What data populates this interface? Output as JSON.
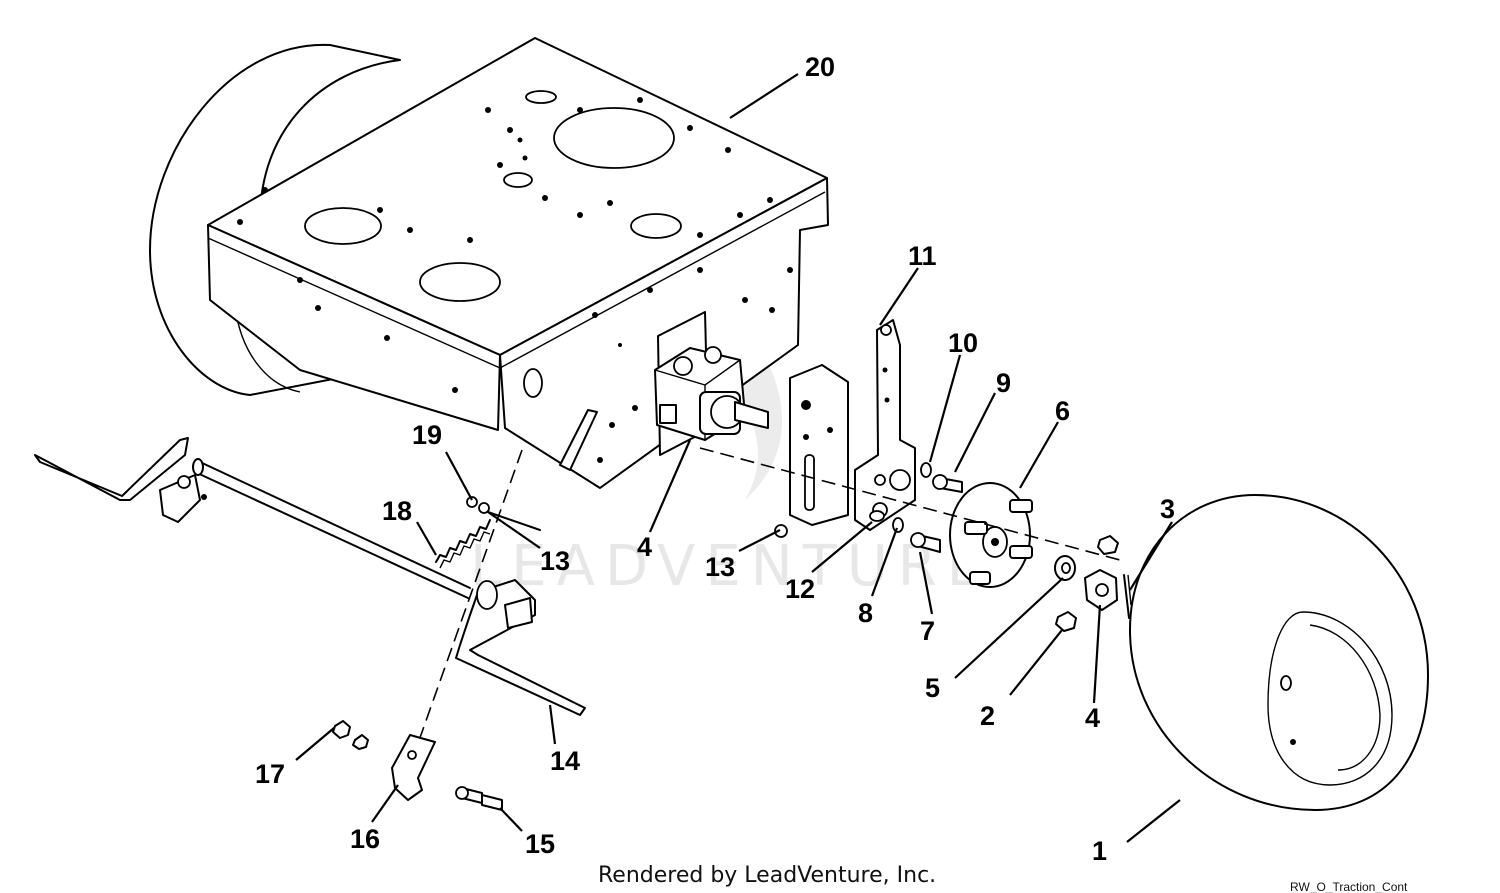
{
  "callouts": {
    "c1": "1",
    "c2": "2",
    "c3": "3",
    "c4a": "4",
    "c4b": "4",
    "c5": "5",
    "c6": "6",
    "c7": "7",
    "c8": "8",
    "c9": "9",
    "c10": "10",
    "c11": "11",
    "c12": "12",
    "c13a": "13",
    "c13b": "13",
    "c14": "14",
    "c15": "15",
    "c16": "16",
    "c17": "17",
    "c18": "18",
    "c19": "19",
    "c20": "20"
  },
  "footer": {
    "credit": "Rendered by LeadVenture, Inc.",
    "diagram_tag": "RW_O_Traction_Cont"
  },
  "watermark": {
    "text": "LEADVENTURE"
  }
}
